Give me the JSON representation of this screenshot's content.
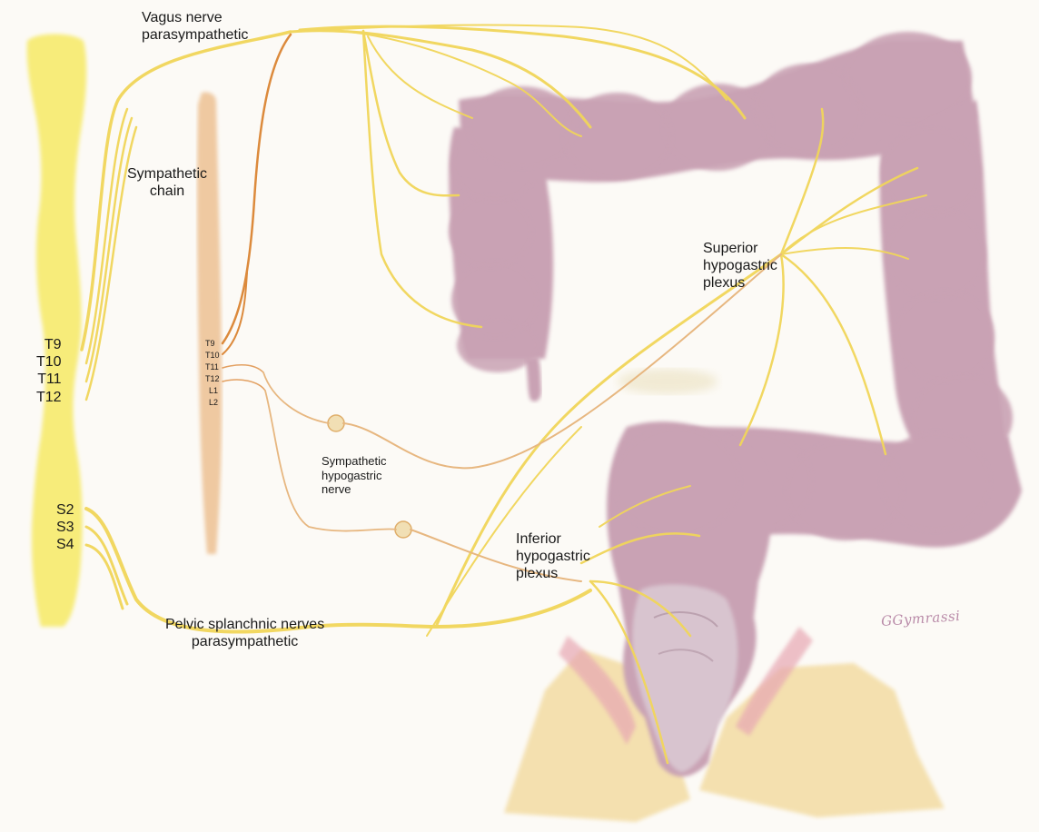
{
  "labels": {
    "vagus": [
      "Vagus nerve",
      "parasympathetic"
    ],
    "sympathetic_chain": [
      "Sympathetic",
      "chain"
    ],
    "superior_plexus": [
      "Superior",
      "hypogastric",
      "plexus"
    ],
    "sympathetic_hypogastric_nerve": [
      "Sympathetic",
      "hypogastric",
      "nerve"
    ],
    "inferior_plexus": [
      "Inferior",
      "hypogastric",
      "plexus"
    ],
    "pelvic_splanchnic": [
      "Pelvic splanchnic nerves",
      "parasympathetic"
    ]
  },
  "spinal_cord_segments": {
    "thoracic": [
      "T9",
      "T10",
      "T11",
      "T12"
    ],
    "sacral": [
      "S2",
      "S3",
      "S4"
    ]
  },
  "chain_segments": [
    "T9",
    "T10",
    "T11",
    "T12",
    "L1",
    "L2"
  ],
  "signature": "GGymrassi",
  "colors": {
    "background": "#fcfaf6",
    "spinal_cord": "#f7ec7a",
    "sympathetic_chain": "#efc9a1",
    "sympathetic_fibers": "#dc8a3c",
    "parasympathetic_fibers": "#f1d65a",
    "colon": "#c9a2b4",
    "pelvic_floor": "#f3dca3"
  }
}
